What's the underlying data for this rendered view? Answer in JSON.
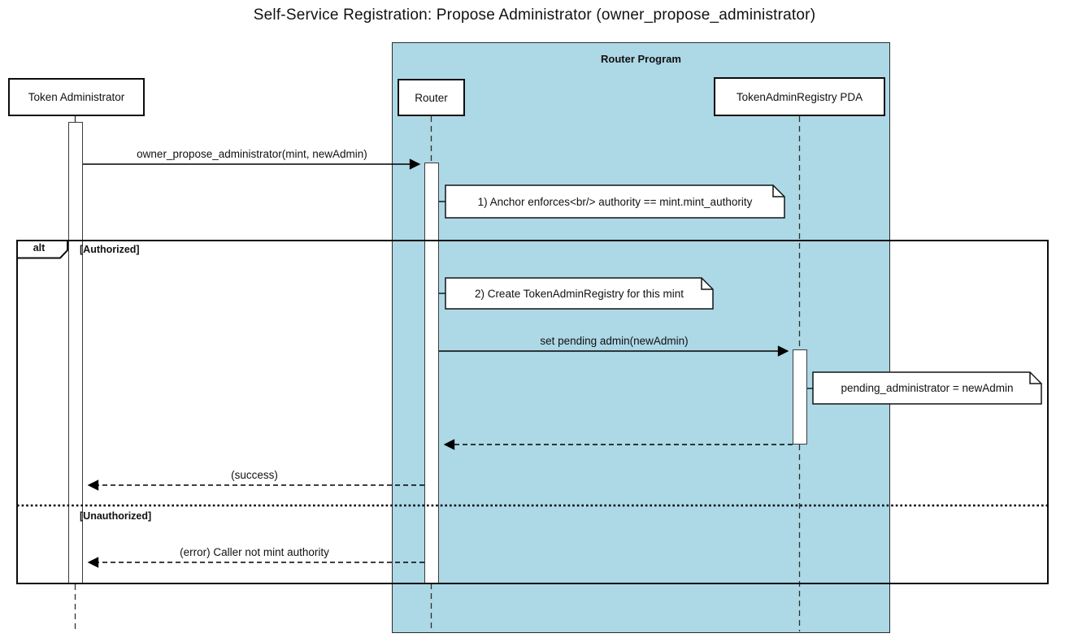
{
  "diagram": {
    "kind": "uml-sequence-diagram",
    "title": "Self-Service Registration: Propose Administrator (owner_propose_administrator)"
  },
  "colors": {
    "group_fill": "#ADD8E6",
    "participant_fill": "#FFFFFF",
    "line": "#000000"
  },
  "group": {
    "label": "Router Program"
  },
  "participants": [
    {
      "label": "Token Administrator"
    },
    {
      "label": "Router"
    },
    {
      "label": "TokenAdminRegistry PDA"
    }
  ],
  "messages": {
    "propose": "owner_propose_administrator(mint, newAdmin)",
    "set_pending": "set pending admin(newAdmin)",
    "success": "(success)",
    "error": "(error) Caller not mint authority"
  },
  "notes": {
    "anchor_enforces": "1) Anchor enforces<br/> authority == mint.mint_authority",
    "create_registry": "2) Create TokenAdminRegistry for this mint",
    "pending_admin": "pending_administrator = newAdmin"
  },
  "alt_frame": {
    "operator": "alt",
    "guard_authorized": "[Authorized]",
    "guard_unauthorized": "[Unauthorized]"
  }
}
